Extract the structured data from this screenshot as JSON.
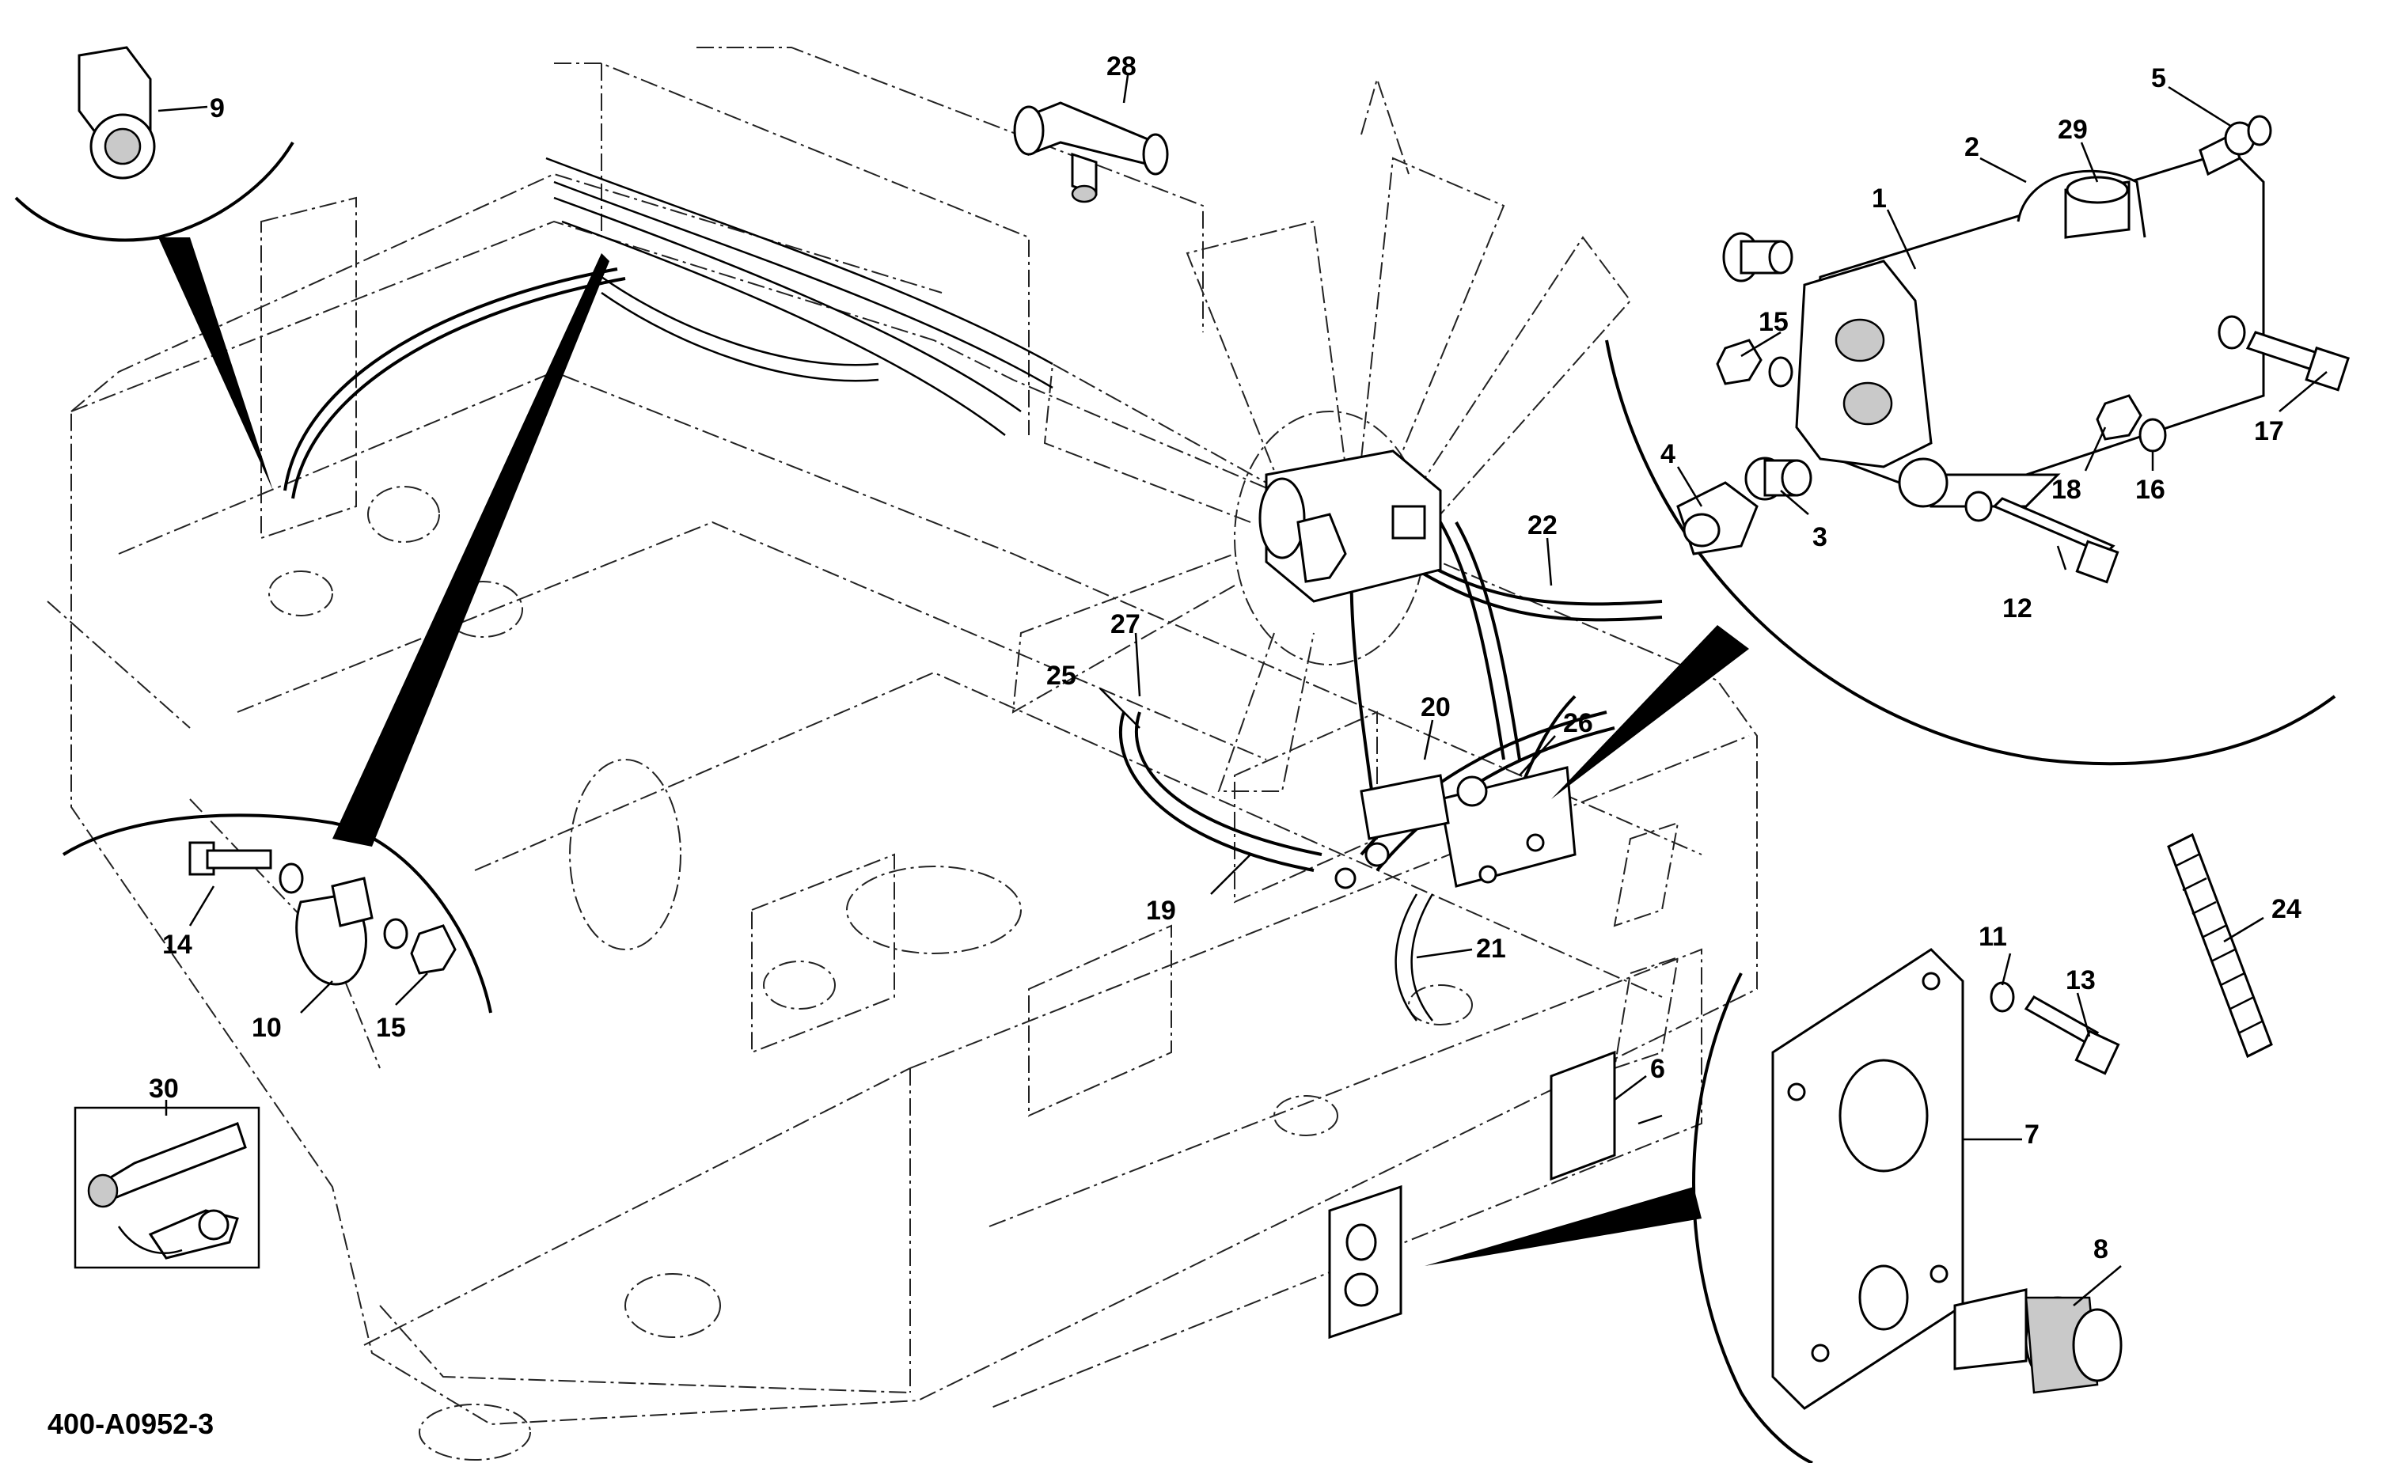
{
  "drawing": {
    "code": "400-A0952-3"
  },
  "callouts": [
    {
      "id": "c1",
      "label": "1"
    },
    {
      "id": "c2",
      "label": "2"
    },
    {
      "id": "c3",
      "label": "3"
    },
    {
      "id": "c4",
      "label": "4"
    },
    {
      "id": "c5",
      "label": "5"
    },
    {
      "id": "c6",
      "label": "6"
    },
    {
      "id": "c7",
      "label": "7"
    },
    {
      "id": "c8",
      "label": "8"
    },
    {
      "id": "c9",
      "label": "9"
    },
    {
      "id": "c10",
      "label": "10"
    },
    {
      "id": "c11",
      "label": "11"
    },
    {
      "id": "c12",
      "label": "12"
    },
    {
      "id": "c13",
      "label": "13"
    },
    {
      "id": "c14",
      "label": "14"
    },
    {
      "id": "c15a",
      "label": "15"
    },
    {
      "id": "c15b",
      "label": "15"
    },
    {
      "id": "c16",
      "label": "16"
    },
    {
      "id": "c17",
      "label": "17"
    },
    {
      "id": "c18",
      "label": "18"
    },
    {
      "id": "c19",
      "label": "19"
    },
    {
      "id": "c20",
      "label": "20"
    },
    {
      "id": "c21",
      "label": "21"
    },
    {
      "id": "c22",
      "label": "22"
    },
    {
      "id": "c24",
      "label": "24"
    },
    {
      "id": "c25",
      "label": "25"
    },
    {
      "id": "c26",
      "label": "26"
    },
    {
      "id": "c27",
      "label": "27"
    },
    {
      "id": "c28",
      "label": "28"
    },
    {
      "id": "c29",
      "label": "29"
    },
    {
      "id": "c30",
      "label": "30"
    }
  ],
  "colors": {
    "ink": "#000000",
    "background": "#ffffff",
    "shade": "#c9c9c9"
  }
}
